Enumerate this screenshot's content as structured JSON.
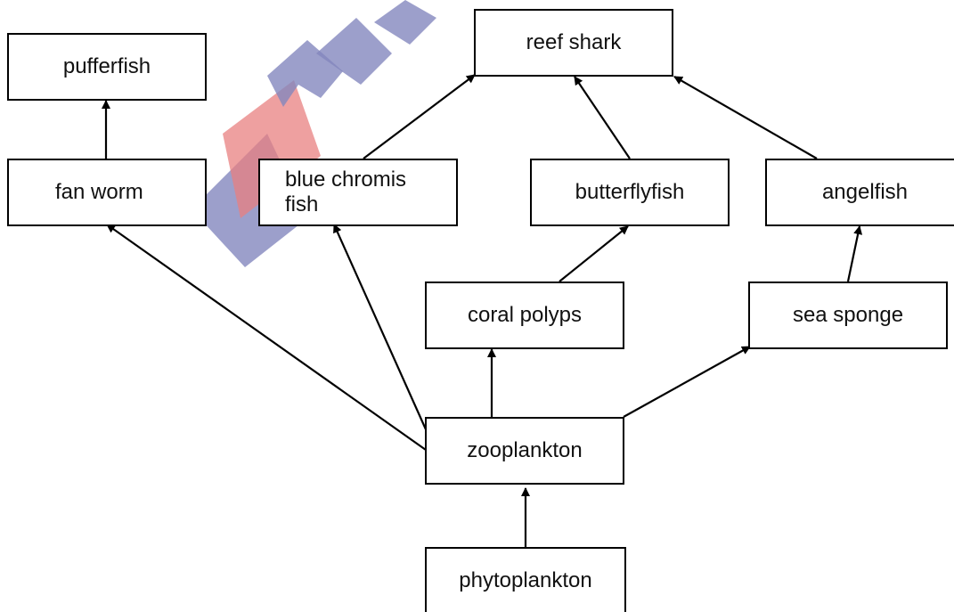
{
  "nodes": {
    "pufferfish": "pufferfish",
    "reef_shark": "reef shark",
    "fan_worm": "fan worm",
    "blue_chromis": "blue chromis fish",
    "butterflyfish": "butterflyfish",
    "angelfish": "angelfish",
    "coral_polyps": "coral polyps",
    "sea_sponge": "sea sponge",
    "zooplankton": "zooplankton",
    "phytoplankton": "phytoplankton"
  },
  "edges": [
    {
      "from": "phytoplankton",
      "to": "zooplankton"
    },
    {
      "from": "zooplankton",
      "to": "fan_worm"
    },
    {
      "from": "zooplankton",
      "to": "blue_chromis"
    },
    {
      "from": "zooplankton",
      "to": "coral_polyps"
    },
    {
      "from": "zooplankton",
      "to": "sea_sponge"
    },
    {
      "from": "coral_polyps",
      "to": "butterflyfish"
    },
    {
      "from": "sea_sponge",
      "to": "angelfish"
    },
    {
      "from": "fan_worm",
      "to": "pufferfish"
    },
    {
      "from": "blue_chromis",
      "to": "reef_shark"
    },
    {
      "from": "butterflyfish",
      "to": "reef_shark"
    },
    {
      "from": "angelfish",
      "to": "reef_shark"
    }
  ],
  "colors": {
    "stroke": "#000000",
    "watermark_blue": "#5a5fa8",
    "watermark_red": "#e05555",
    "watermark_green": "#3e9a64"
  }
}
